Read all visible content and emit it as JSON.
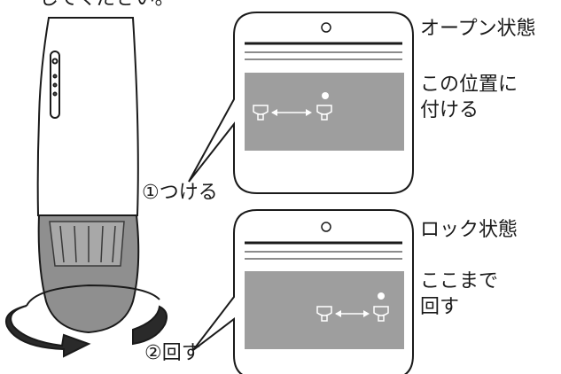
{
  "header": {
    "instruction_tail": "してください。"
  },
  "steps": {
    "attach": "①つける",
    "rotate": "②回す"
  },
  "panels": {
    "open": {
      "state_label": "オープン状態",
      "position_note": "この位置に\n付ける"
    },
    "lock": {
      "state_label": "ロック状態",
      "position_note": "ここまで\n回す"
    }
  },
  "colors": {
    "line": "#1a1a1a",
    "panel_gray": "#9e9e9e",
    "grip_gray": "#8f8f8f",
    "arrow_dark": "#2a2a2a"
  }
}
